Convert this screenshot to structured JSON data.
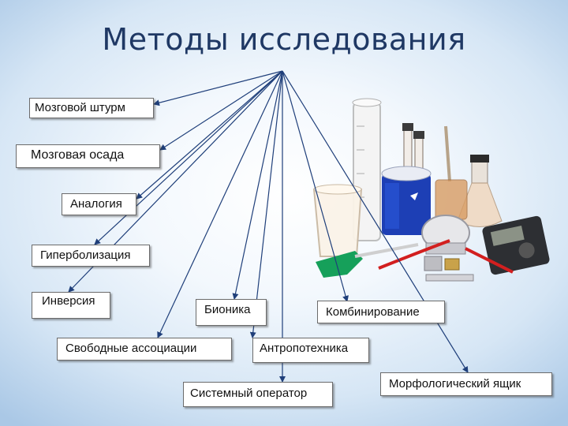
{
  "title": "Методы исследования",
  "methods": [
    {
      "label": "Мозговой штурм"
    },
    {
      "label": "Мозговая осада"
    },
    {
      "label": "Аналогия"
    },
    {
      "label": "Гиперболизация"
    },
    {
      "label": "Инверсия"
    },
    {
      "label": "Бионика"
    },
    {
      "label": "Комбинирование"
    },
    {
      "label": "Свободные ассоциации"
    },
    {
      "label": "Антропотехника"
    },
    {
      "label": "Системный оператор"
    },
    {
      "label": "Морфологический ящик"
    }
  ],
  "colors": {
    "title": "#1f3864",
    "connector": "#1f3f7a",
    "box_border": "#6b6b6b"
  },
  "illustration": "laboratory-equipment"
}
